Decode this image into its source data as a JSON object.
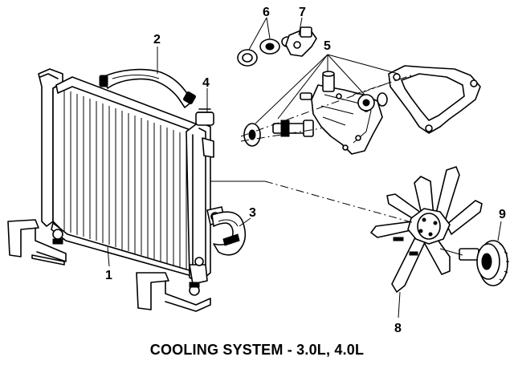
{
  "callouts": {
    "c1": "1",
    "c2": "2",
    "c3": "3",
    "c4": "4",
    "c5": "5",
    "c6": "6",
    "c7": "7",
    "c8": "8",
    "c9": "9"
  },
  "caption": "COOLING SYSTEM - 3.0L, 4.0L"
}
